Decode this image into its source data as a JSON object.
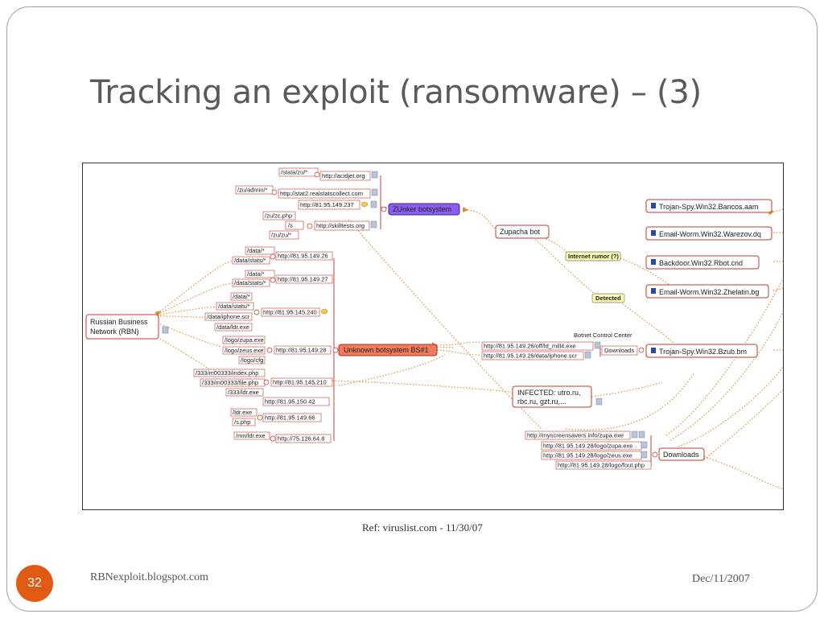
{
  "slide": {
    "title": "Tracking an exploit (ransomware) – (3)",
    "caption": "Ref: viruslist.com  - 11/30/07",
    "footer_left": "RBNexploit.blogspot.com",
    "footer_right": "Dec/11/2007",
    "page_number": "32",
    "accent_color": "#e05a14"
  },
  "diagram": {
    "nodes": {
      "rbn_line1": "Russian Business",
      "rbn_line2": "Network (RBN)",
      "zunker": "ZUnker botsystem",
      "unknown_bs": "Unknown botsystem BS#1",
      "zupacha": "Zupacha bot",
      "internet_rumor": "Internet rumor (?)",
      "detected": "Detected",
      "botnet_cc": "Botnet Control Center",
      "downloads_a": "Downloads",
      "downloads_b": "Downloads",
      "infected_line1": "INFECTED: utro.ru,",
      "infected_line2": "rbc.ru, gzt.ru,...",
      "trojan_bancos": "Trojan-Spy.Win32.Bancos.aam",
      "email_warezov": "Email-Worm.Win32.Warezov.dq",
      "backdoor_rbot": "Backdoor.Win32.Rbot.cnd",
      "email_zhelatin": "Email-Worm.Win32.Zhelatin.bg",
      "trojan_bzub": "Trojan-Spy.Win32.Bzub.bm"
    },
    "zunker_hosts": {
      "acidjet_path": "/stata/zu/*",
      "acidjet": "http://acidjet.org",
      "stat2_path": "/zu/admin/*",
      "stat2": "http://stat2.realstatscollect.com",
      "ip237": "http://81.95.149.237",
      "skilltests_paths": [
        "/zu/zc.php",
        "/s",
        "/zu/zu/*"
      ],
      "skilltests": "http://skilltests.org"
    },
    "rbn_hosts": {
      "h26_paths": [
        "/data/*",
        "/data/stats/*"
      ],
      "h26": "http://81.95.149.26",
      "h27_paths": [
        "/data/*",
        "/data/stats/*"
      ],
      "h27": "http://81.95.149.27",
      "h240_paths": [
        "/data/*",
        "/data/stats/*",
        "/data/iphone.scr",
        "/data/ldr.exe"
      ],
      "h240": "http://81.95.145.240",
      "h28_paths": [
        "/logo/zupa.exe",
        "/logo/zeus.exe",
        "/logo/cfg"
      ],
      "h28": "http://81.95.149.28",
      "h210_paths": [
        "/333/m00333/index.php",
        "/333/m00333/file.php",
        "/333/ldr.exe"
      ],
      "h210": "http://81.95.145.210",
      "h42": "http://81.95.150.42",
      "h66_paths": [
        "/ldr.exe",
        "/s.php"
      ],
      "h66": "http://81.95.149.66",
      "h8_path": "/mn/ldr.exe",
      "h8": "http://75.126.64.8"
    },
    "downloads_a_urls": [
      "http://81.95.149.26/off/ld_mill4.exe",
      "http://81.95.149.26/data/iphone.scr"
    ],
    "downloads_b_urls": [
      "http://myscreensavers.info/zupa.exe",
      "http://81.95.149.28/logo/zupa.exe",
      "http://81.95.149.28/logo/zeus.exe",
      "http://81.95.149.28/logo/fout.php"
    ]
  }
}
